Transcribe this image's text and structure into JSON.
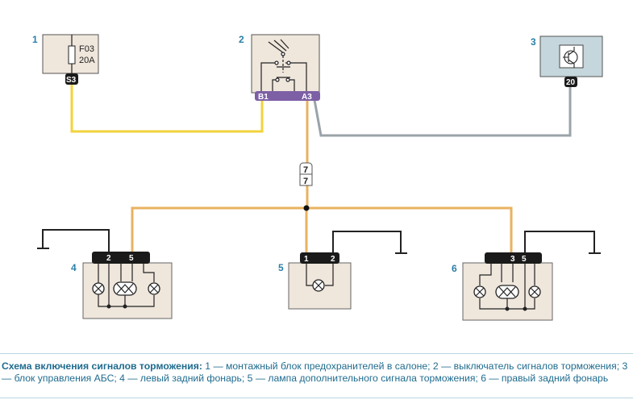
{
  "components": [
    {
      "num": "1",
      "fuse_id": "F03",
      "fuse_rating": "20A",
      "pin": "S3"
    },
    {
      "num": "2",
      "pins": [
        "B1",
        "A3"
      ]
    },
    {
      "num": "3",
      "pin": "20"
    },
    {
      "num": "4",
      "pins": [
        "2",
        "5"
      ]
    },
    {
      "num": "5",
      "pins": [
        "1",
        "2"
      ]
    },
    {
      "num": "6",
      "pins": [
        "3",
        "5"
      ]
    }
  ],
  "inline_connector": [
    "7",
    "7"
  ],
  "wire_colors": {
    "yellow": "#f2d23c",
    "orange": "#e9b260",
    "gray": "#9aa3a8",
    "ground": "#222222"
  },
  "caption": {
    "title": "Схема включения сигналов торможения:",
    "text": " 1 — монтажный блок предохранителей в салоне; 2 — выключатель сигналов торможения; 3 — блок управления АБС; 4 — левый задний фонарь; 5 — лампа дополнительного сигнала торможения; 6 — правый задний фонарь"
  }
}
